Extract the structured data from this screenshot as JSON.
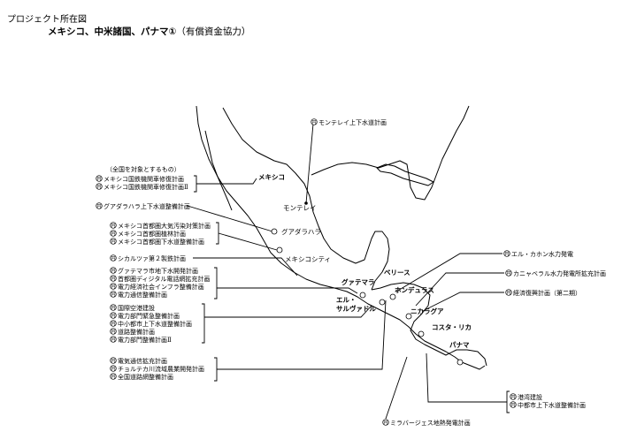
{
  "header": {
    "top_label": "プロジェクト所在図",
    "title_main": "メキシコ、中米諸国、パナマ①",
    "title_sub": "（有償資金協力）"
  },
  "map": {
    "place_labels": {
      "mexico": "メキシコ",
      "monterrey": "モンテレイ",
      "guadalajara": "グアダラハラ",
      "mexico_city": "メキシコシティ",
      "belize": "ベリース",
      "guatemala": "グァテマラ",
      "honduras": "ホンデュラス",
      "el_salvador_1": "エル・",
      "el_salvador_2": "サルヴァドル",
      "nicaragua": "ニカラグア",
      "costa_rica": "コスタ・リカ",
      "panama": "パナマ"
    },
    "bullet_glyph": "円"
  },
  "projects": {
    "monterrey": "モンテレイ上下水道計画",
    "national_note": "（全国を対象とするもの）",
    "national_rail": "メキシコ国鉄機関車修復計画",
    "national_rail_2": "メキシコ国鉄機関車修復計画Ⅱ",
    "guadalajara_water": "グアダラハラ上下水道整備計画",
    "capital_air": "メキシコ首都圏大気汚染対策計画",
    "capital_forest": "メキシコ首都圏植林計画",
    "capital_sewer": "メキシコ首都圏下水道整備計画",
    "sicartsa": "シカルツァ第２製鉄計画",
    "gt_water": "グァテマラ市地下水開発計画",
    "gt_digital": "首都圏ディジタル電話網拡充計画",
    "gt_power_infra": "電力経済社会インフラ整備計画",
    "gt_grid": "電力通信整備計画",
    "sv_airport": "国際空港建設",
    "sv_power_emerg": "電力部門緊急整備計画",
    "sv_city_water": "中小都市上下水道整備計画",
    "sv_roads": "道路整備計画",
    "sv_power_2": "電力部門整備計画Ⅱ",
    "hn_telecom": "電気通信拡充計画",
    "hn_choluteca": "チョルテカ川流域農業開発計画",
    "hn_roads": "全国道路網整備計画",
    "bz_cahon": "エル・カホン水力発電",
    "ni_canaveral": "カニャベラル水力発電所拡充計画",
    "cr_econ": "経済復興計画（第二期）",
    "pa_port": "港湾建設",
    "pa_water": "中都市上下水道整備計画",
    "cr_miravalles": "ミラバージェス地熱発電計画"
  }
}
